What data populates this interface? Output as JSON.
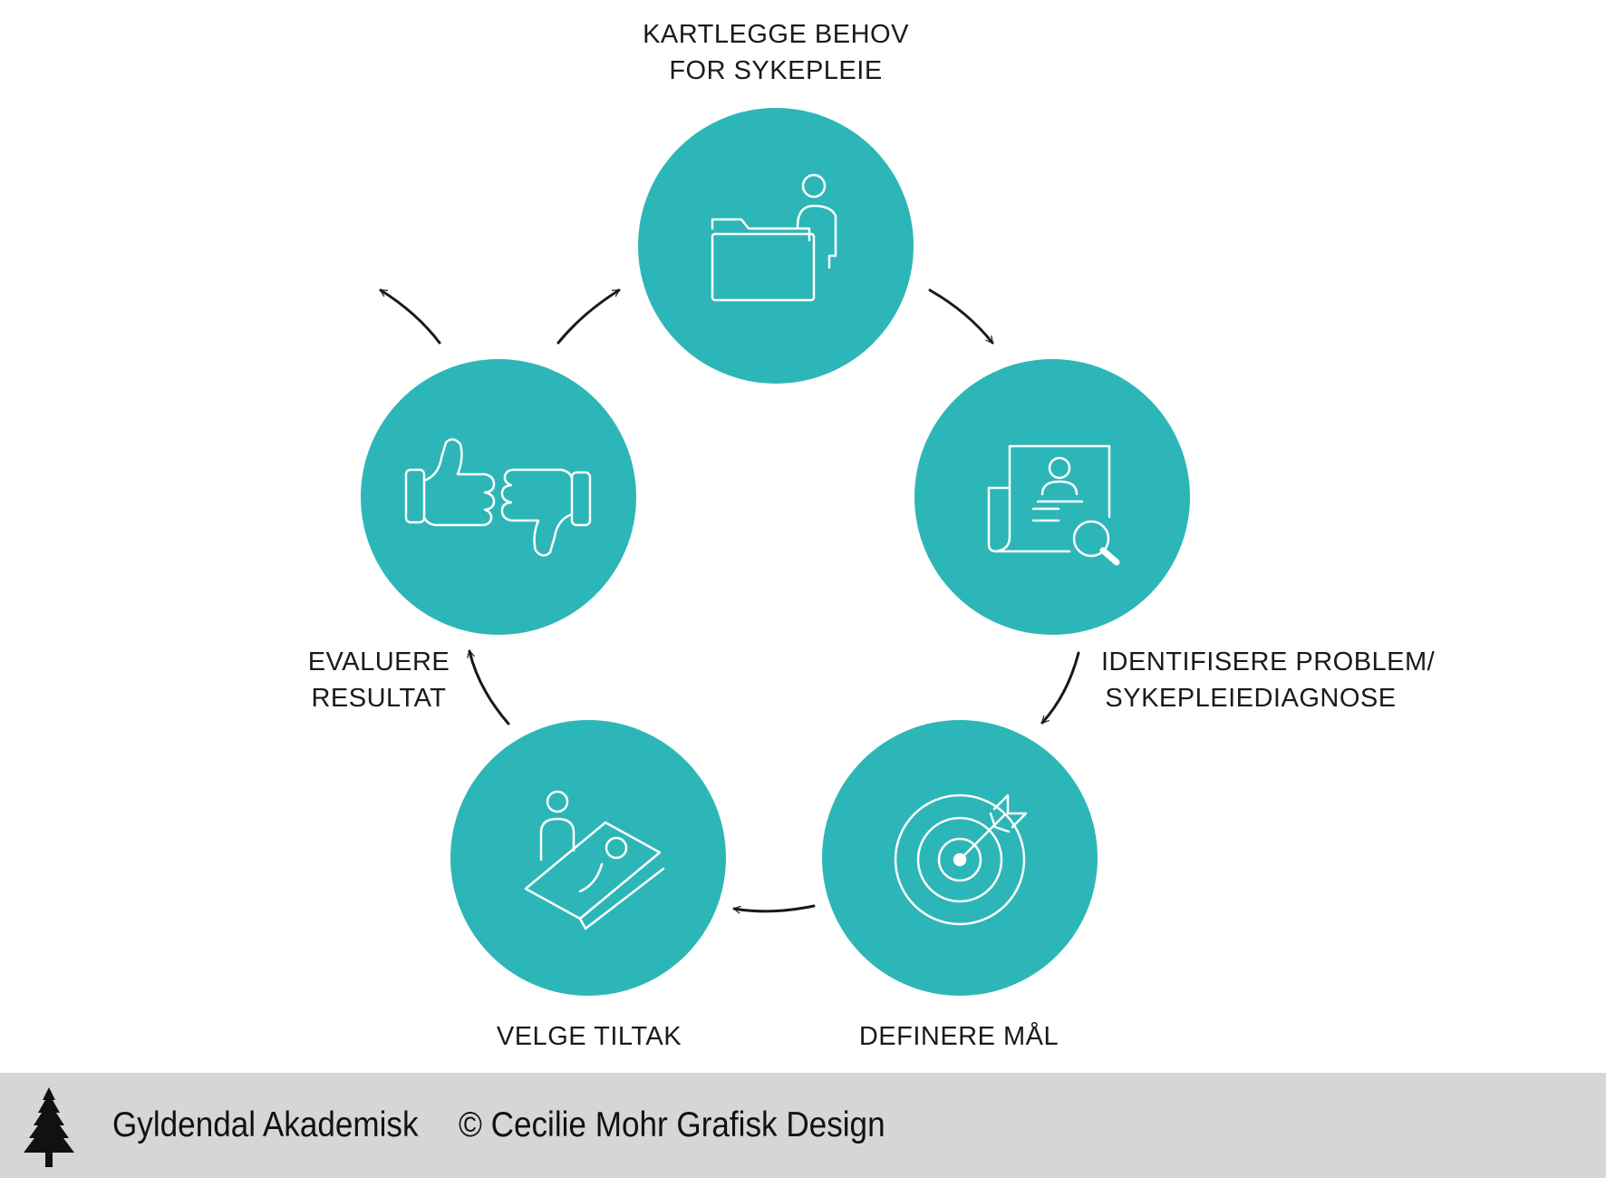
{
  "diagram": {
    "circle_color": "#2db6b7",
    "icon_color": "#ffffff",
    "arrow_color": "#1a1a1a",
    "steps": [
      {
        "id": "kartlegge",
        "label_lines": [
          "KARTLEGGE BEHOV",
          "FOR SYKEPLEIE"
        ],
        "icon": "folder-person-icon"
      },
      {
        "id": "identifisere",
        "label_lines": [
          "IDENTIFISERE PROBLEM/",
          "SYKEPLEIEDIAGNOSE"
        ],
        "icon": "document-magnifier-icon"
      },
      {
        "id": "definere",
        "label_lines": [
          "DEFINERE MÅL"
        ],
        "icon": "target-arrow-icon"
      },
      {
        "id": "velge",
        "label_lines": [
          "VELGE TILTAK"
        ],
        "icon": "patient-bed-icon"
      },
      {
        "id": "evaluere",
        "label_lines": [
          "EVALUERE",
          "RESULTAT"
        ],
        "icon": "thumbs-up-down-icon"
      }
    ]
  },
  "footer": {
    "background": "#d6d6d6",
    "publisher": "Gyldendal Akademisk",
    "credit": "© Cecilie Mohr Grafisk Design",
    "logo_icon": "tree-logo-icon"
  }
}
